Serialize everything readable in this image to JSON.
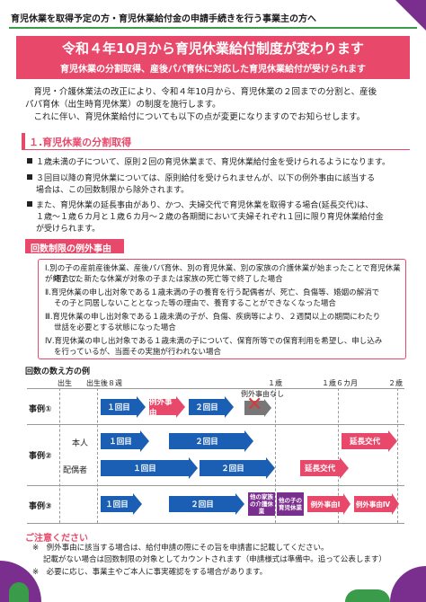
{
  "header": {
    "tagline": "育児休業を取得予定の方・育児休業給付金の申請手続きを行う事業主の方へ"
  },
  "banner": {
    "title": "令和４年10月から育児休業給付制度が変わります",
    "subtitle": "育児休業の分割取得、産後パパ育休に対応した育児休業給付が受けられます"
  },
  "intro": {
    "line1": "育児・介護休業法の改正により、令和４年10月から、育児休業の２回までの分割と、産後",
    "line2": "パパ育休（出生時育児休業）の制度を施行します。",
    "line3": "これに伴い、育児休業給付についても以下の点が変更になりますのでお知らせします。"
  },
  "section1": {
    "title": "１.育児休業の分割取得"
  },
  "bullets": [
    "１歳未満の子について、原則２回の育児休業まで、育児休業給付金を受けられるようになります。",
    "３回目以降の育児休業については、原則給付を受けられませんが、以下の例外事由に該当する",
    "場合は、この回数制限から除外されます。",
    "また、育児休業の延長事由があり、かつ、夫婦交代で育児休業を取得する場合(延長交代)は、",
    "１歳～１歳６カ月と１歳６カ月～２歳の各期間において夫婦それぞれ１回に限り育児休業給付金",
    "が受けられます。"
  ],
  "exceptions": {
    "label": "回数制限の例外事由",
    "items": [
      "Ⅰ.別の子の産前産後休業、産後パパ育休、別の育児休業、別の家族の介護休業が始まったことで育児休業が終了した",
      "場合で、新たな休業が対象の子または家族の死亡等で終了した場合",
      "Ⅱ.育児休業の申し出対象である１歳未満の子の養育を行う配偶者が、死亡、負傷等、婚姻の解消で",
      "その子と同居しないこととなった等の理由で、養育することができなくなった場合",
      "Ⅲ.育児休業の申し出対象である１歳未満の子が、負傷、疾病等により、２週間以上の期間にわたり",
      "世話を必要とする状態になった場合",
      "Ⅳ.育児休業の申し出対象である１歳未満の子について、保育所等での保育利用を希望し、申し込み",
      "を行っているが、当面その実施が行われない場合"
    ]
  },
  "count": {
    "title": "回数の数え方の例",
    "timeline": {
      "birth": "出生",
      "after8w": "出生後８週",
      "age1": "１歳",
      "age1_6": "１歳６カ月",
      "age2": "２歳",
      "note": "例外事由なし"
    },
    "case1": {
      "label": "事例①",
      "first": "１回目",
      "exception": "例外事由",
      "second": "２回目"
    },
    "case2": {
      "label": "事例②",
      "self": "本人",
      "spouse": "配偶者",
      "self_first": "１回目",
      "self_second": "２回目",
      "self_ext": "延長交代",
      "sp_first": "１回目",
      "sp_second": "２回目",
      "sp_ext": "延長交代"
    },
    "case3": {
      "label": "事例③",
      "first": "１回目",
      "second": "２回目",
      "other_care": "他の家族の介護休業",
      "other_child": "他の子の育児休業",
      "ex1": "例外事由Ⅰ",
      "ex4": "例外事由Ⅳ"
    }
  },
  "caution": {
    "label": "ご注意ください",
    "lines": [
      "※　例外事由に該当する場合は、給付申請の際にその旨を申請書に記載してください。",
      "記載がない場合は回数制限の対象としてカウントされます（申請様式は準備中。追って公表します）",
      "※　必要に応じ、事業主やご本人に事実確認をする場合があります。"
    ]
  },
  "colors": {
    "pink": "#e8496a",
    "green": "#3a9b4a",
    "purple": "#7a2e8e",
    "blue": "#1a5fb4"
  }
}
